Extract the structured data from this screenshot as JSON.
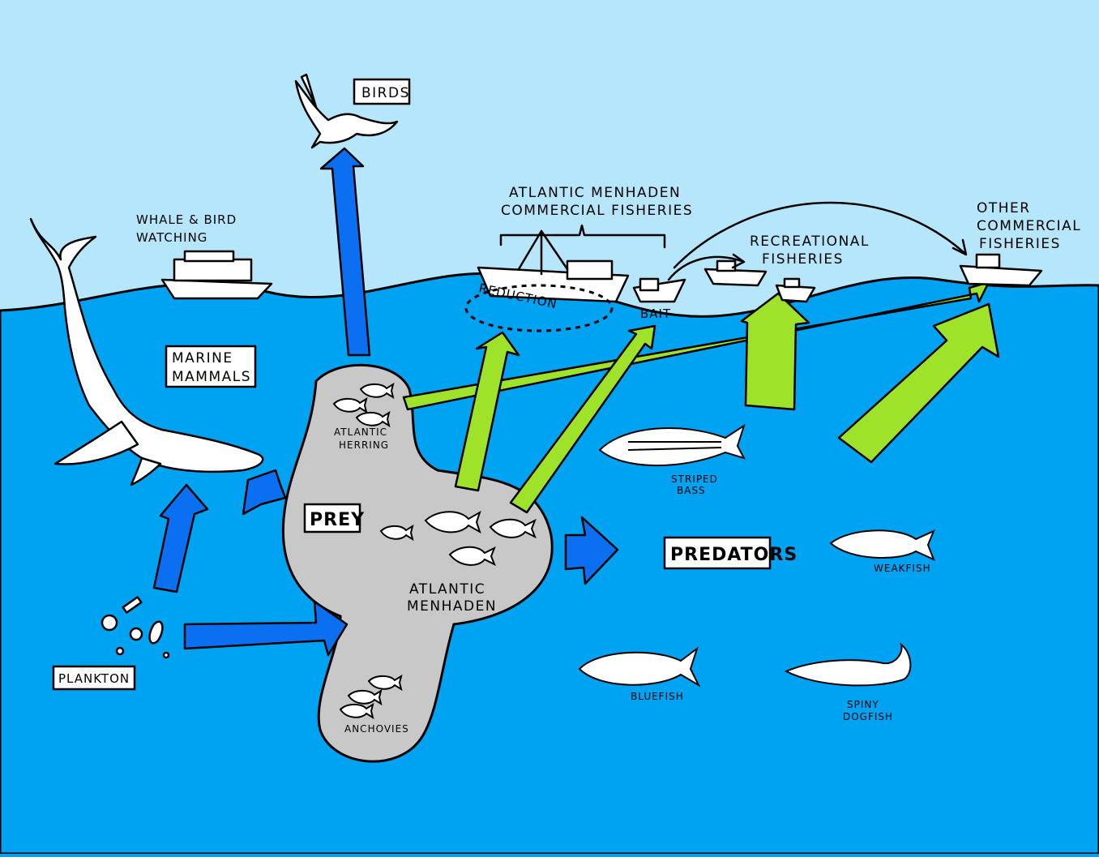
{
  "colors": {
    "sky": "#b5e6fb",
    "water": "#00a2f2",
    "prey_blob": "#c8c8c8",
    "blue_arrow": "#0a6ff0",
    "green_arrow": "#9ee22a"
  },
  "labels": {
    "birds": "BIRDS",
    "whale_bird_watching_line1": "WHALE & BIRD",
    "whale_bird_watching_line2": "WATCHING",
    "marine_mammals_line1": "MARINE",
    "marine_mammals_line2": "MAMMALS",
    "menhaden_fisheries_line1": "ATLANTIC MENHADEN",
    "menhaden_fisheries_line2": "COMMERCIAL FISHERIES",
    "reduction": "REDUCTION",
    "bait": "BAIT",
    "recreational_line1": "RECREATIONAL",
    "recreational_line2": "FISHERIES",
    "other_commercial_line1": "OTHER",
    "other_commercial_line2": "COMMERCIAL",
    "other_commercial_line3": "FISHERIES",
    "prey": "PREY",
    "atlantic_herring_line1": "ATLANTIC",
    "atlantic_herring_line2": "HERRING",
    "atlantic_menhaden_line1": "ATLANTIC",
    "atlantic_menhaden_line2": "MENHADEN",
    "anchovies": "ANCHOVIES",
    "predators": "PREDATORS",
    "striped_bass_line1": "STRIPED",
    "striped_bass_line2": "BASS",
    "weakfish": "WEAKFISH",
    "bluefish": "BLUEFISH",
    "spiny_dogfish_line1": "SPINY",
    "spiny_dogfish_line2": "DOGFISH",
    "plankton": "PLANKTON"
  }
}
